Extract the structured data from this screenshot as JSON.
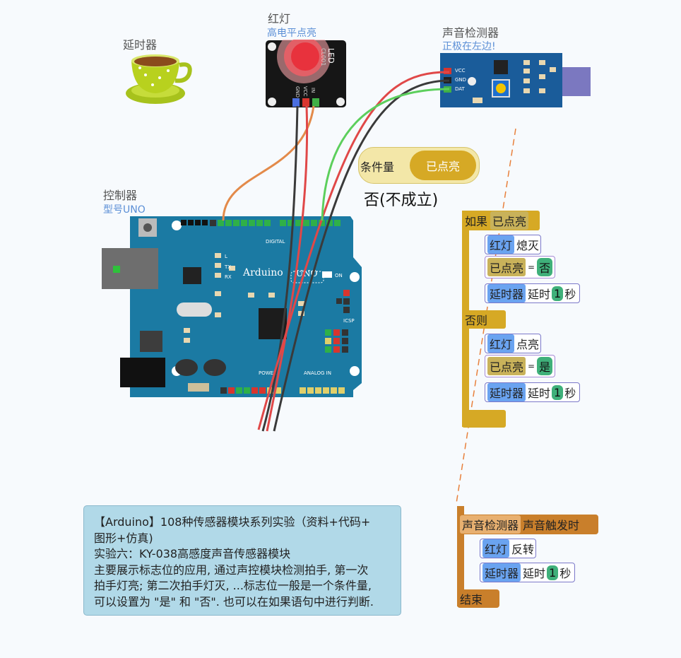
{
  "delay_component": {
    "label": "延时器"
  },
  "led_component": {
    "label": "红灯",
    "note": "高电平点亮",
    "board_text": "LED",
    "board_code": "CL001",
    "pins": [
      "GND",
      "VCC",
      "IN"
    ]
  },
  "sound_component": {
    "label": "声音检测器",
    "note": "正极在左边!",
    "pins": [
      "VCC",
      "GND",
      "DAT"
    ]
  },
  "controller": {
    "label": "控制器",
    "model": "型号UNO",
    "brand": "Arduino",
    "model_badge": "UNO",
    "digital_label": "DIGITAL",
    "power_label": "POWER",
    "analog_label": "ANALOG IN",
    "icsp_label": "ICSP",
    "on_label": "ON",
    "tx_label": "TX",
    "rx_label": "RX",
    "l_label": "L"
  },
  "variable": {
    "label": "条件量",
    "value": "已点亮",
    "state": "否(不成立)"
  },
  "program": {
    "if_label": "如果",
    "if_condition": "已点亮",
    "if_blocks": [
      {
        "device": "红灯",
        "action": "熄灭"
      },
      {
        "device": "已点亮",
        "op": "=",
        "value": "否"
      },
      {
        "device": "延时器",
        "action": "延时",
        "num": "1",
        "unit": "秒"
      }
    ],
    "else_label": "否则",
    "else_blocks": [
      {
        "device": "红灯",
        "action": "点亮"
      },
      {
        "device": "已点亮",
        "op": "=",
        "value": "是"
      },
      {
        "device": "延时器",
        "action": "延时",
        "num": "1",
        "unit": "秒"
      }
    ]
  },
  "event": {
    "device": "声音检测器",
    "trigger": "声音触发时",
    "blocks": [
      {
        "device": "红灯",
        "action": "反转"
      },
      {
        "device": "延时器",
        "action": "延时",
        "num": "1",
        "unit": "秒"
      }
    ],
    "end_label": "结束"
  },
  "note": {
    "lines": [
      "【Arduino】108种传感器模块系列实验（资料+代码+",
      "图形+仿真)",
      "实验六：KY-038高感度声音传感器模块",
      "主要展示标志位的应用, 通过声控模块检测拍手, 第一次",
      "拍手灯亮; 第二次拍手灯灭, ...标志位一般是一个条件量,",
      "可以设置为 \"是\" 和 \"否\". 也可以在如果语句中进行判断."
    ]
  },
  "colors": {
    "board": "#1b7aa3",
    "led_red": "#e8323d",
    "control_yellow": "#d6a925",
    "event_orange": "#c97f2b",
    "note_bg": "#b1d9e8",
    "sensor_board": "#1a5c9a"
  }
}
